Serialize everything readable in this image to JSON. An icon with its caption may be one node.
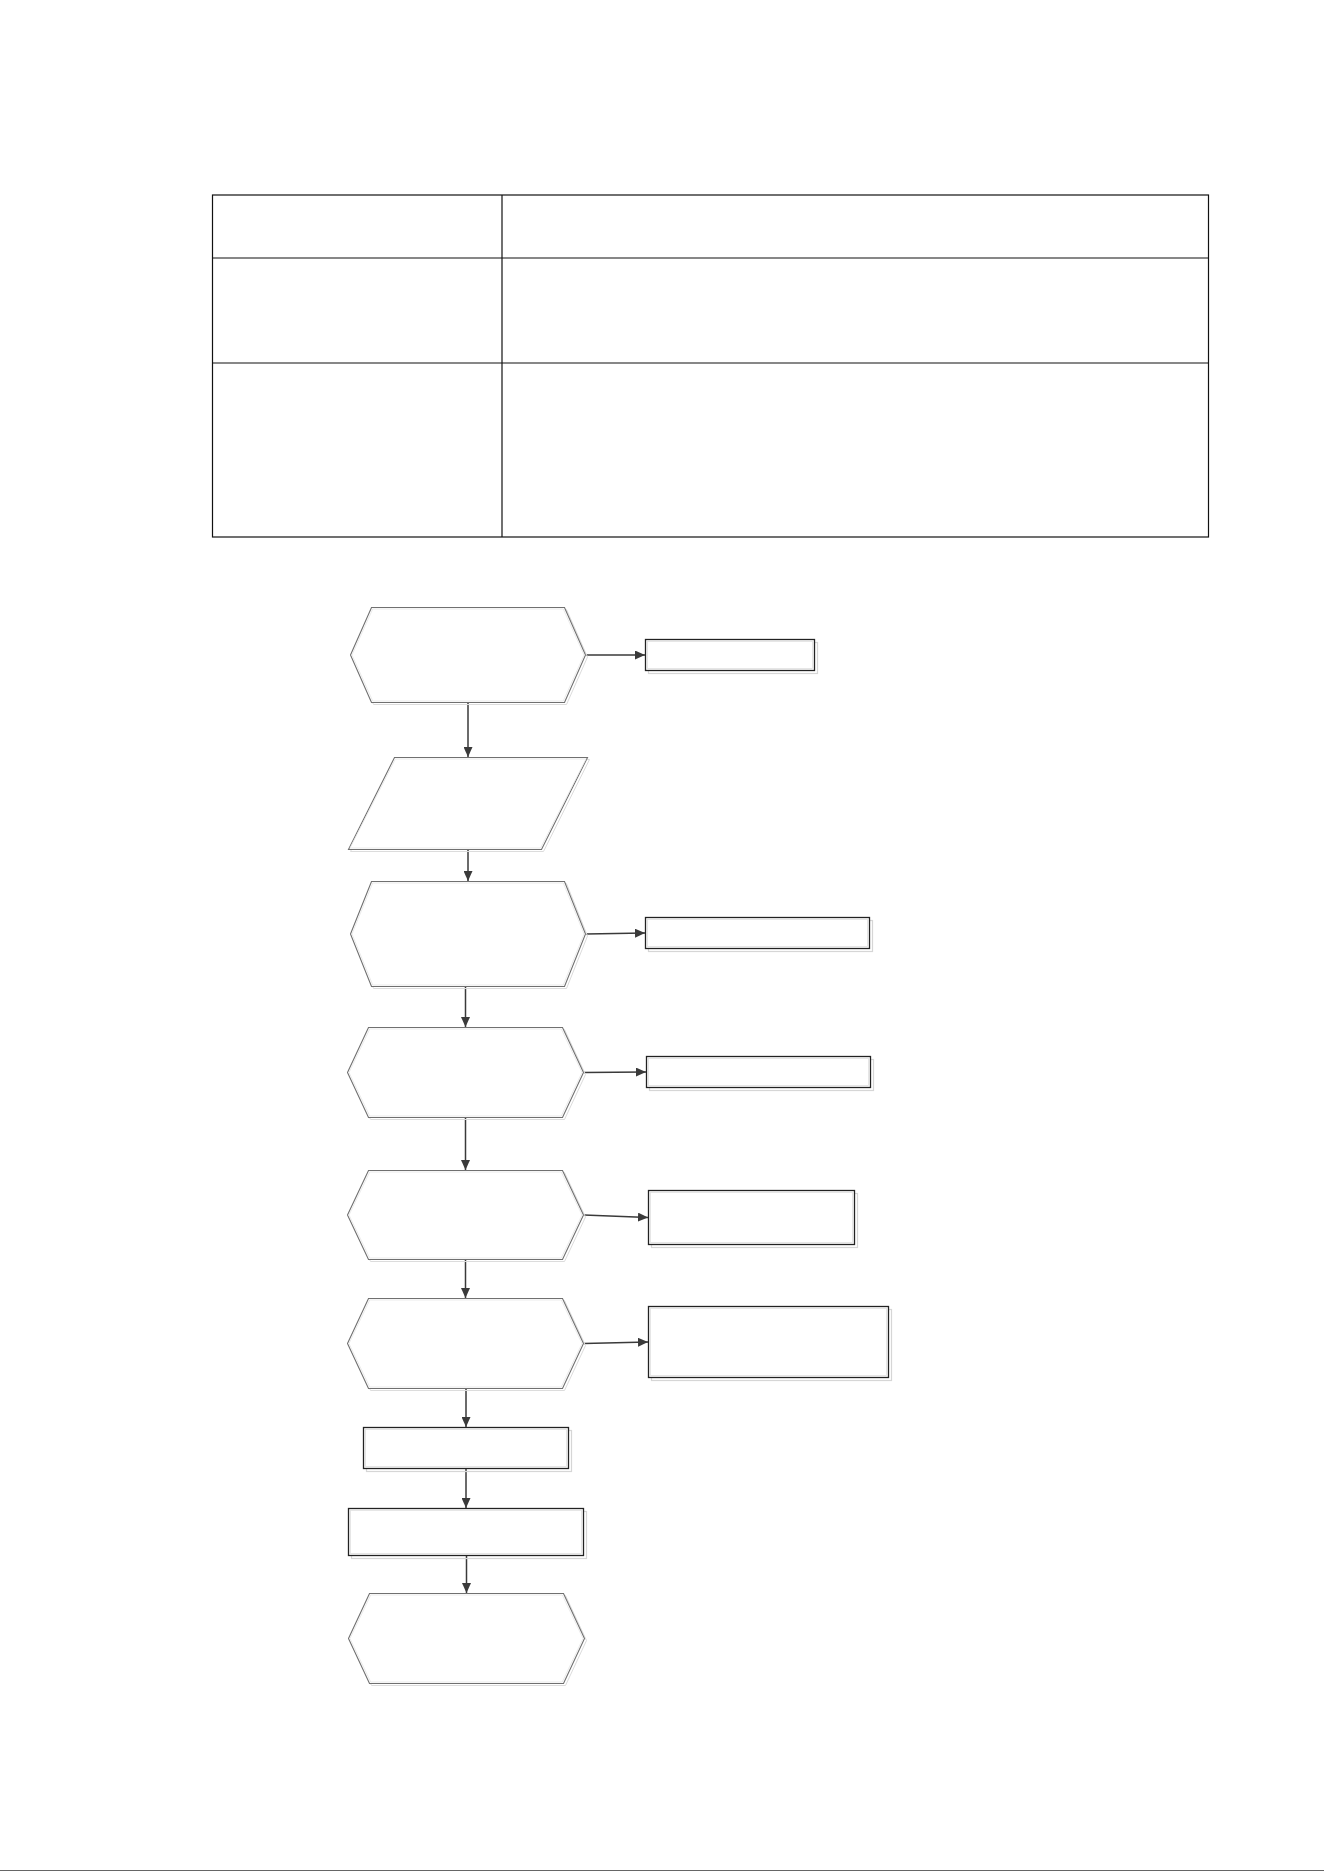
{
  "diagram": {
    "nodes": [
      {
        "text": [],
        "shape": "hexagon"
      },
      {
        "text": [],
        "shape": "box"
      },
      {
        "text": [],
        "shape": "parallelogram"
      },
      {
        "text": [],
        "shape": "hexagon"
      },
      {
        "text": [],
        "shape": "box"
      },
      {
        "text": [],
        "shape": "hexagon"
      },
      {
        "text": [],
        "shape": "box"
      },
      {
        "text": [],
        "shape": "hexagon"
      },
      {
        "text": [],
        "shape": "box"
      },
      {
        "text": [],
        "shape": "hexagon"
      },
      {
        "text": [],
        "shape": "box"
      },
      {
        "text": [],
        "shape": "box"
      },
      {
        "text": [],
        "shape": "box"
      },
      {
        "text": [],
        "shape": "hexagon"
      }
    ],
    "edges": [
      {
        "from": 0,
        "to": 1,
        "arrow": "to"
      },
      {
        "from": 0,
        "to": 2,
        "arrow": "to"
      },
      {
        "from": 2,
        "to": 3,
        "arrow": "to"
      },
      {
        "from": 3,
        "to": 4,
        "arrow": "to"
      },
      {
        "from": 3,
        "to": 5,
        "arrow": "to"
      },
      {
        "from": 5,
        "to": 6,
        "arrow": "to"
      },
      {
        "from": 5,
        "to": 7,
        "arrow": "to"
      },
      {
        "from": 7,
        "to": 8,
        "arrow": "to"
      },
      {
        "from": 7,
        "to": 9,
        "arrow": "to"
      },
      {
        "from": 9,
        "to": 10,
        "arrow": "to"
      },
      {
        "from": 9,
        "to": 11,
        "arrow": "to"
      },
      {
        "from": 11,
        "to": 12,
        "arrow": "to"
      },
      {
        "from": 12,
        "to": 13,
        "arrow": "to"
      }
    ]
  }
}
